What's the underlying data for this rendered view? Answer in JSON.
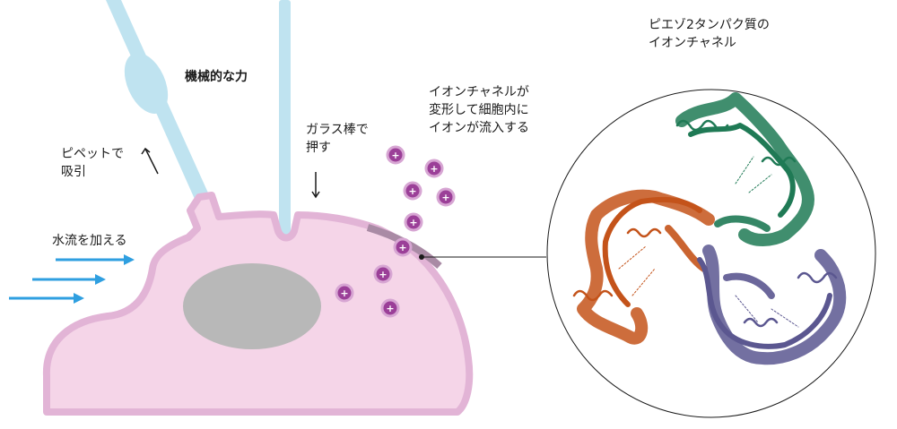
{
  "labels": {
    "mechanical_force": "機械的な力",
    "pipette_suction": [
      "ピペットで",
      "吸引"
    ],
    "water_flow": "水流を加える",
    "glass_rod_push": [
      "ガラス棒で",
      "押す"
    ],
    "channel_deform": [
      "イオンチャネルが",
      "変形して細胞内に",
      "イオンが流入する"
    ],
    "piezo2_title": [
      "ピエゾ2タンパク質の",
      "イオンチャネル"
    ]
  },
  "ion_symbol": "+",
  "colors": {
    "cell_fill": "#f5d5e8",
    "cell_outline": "#e2b4d6",
    "nucleus": "#b8b8b8",
    "tool_blue": "#bfe3f0",
    "ion_purple": "#9b3f98",
    "ion_ring": "#d7a6d3",
    "arrow_blue": "#2f9fe0",
    "channel_band": "#a98ba5",
    "protein_green": "#1f7a55",
    "protein_orange": "#c4531a",
    "protein_purple": "#5b5790"
  },
  "icons": [
    "pipette-icon",
    "glass-rod-icon",
    "water-flow-arrow-icon",
    "ion-icon",
    "protein-structure-icon"
  ]
}
